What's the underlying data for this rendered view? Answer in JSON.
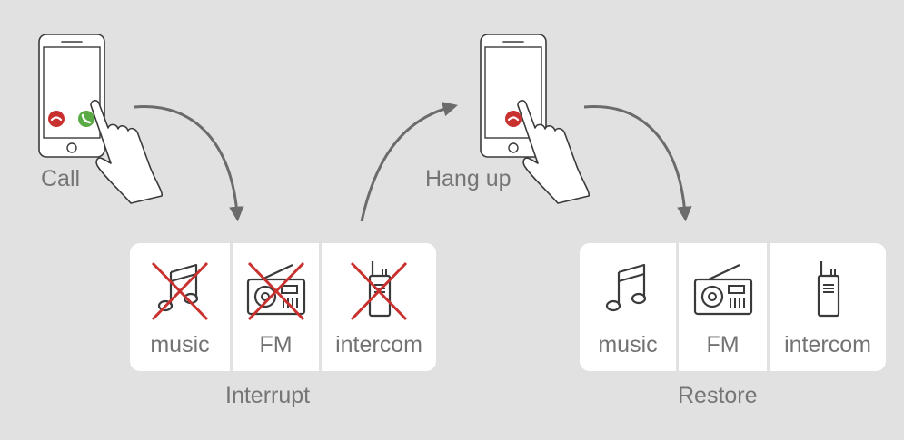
{
  "stages": {
    "call_label": "Call",
    "hangup_label": "Hang up",
    "interrupt_label": "Interrupt",
    "restore_label": "Restore"
  },
  "interrupt_panel": {
    "items": [
      {
        "icon": "music-note-icon",
        "label": "music",
        "crossed_out": true
      },
      {
        "icon": "radio-icon",
        "label": "FM",
        "crossed_out": true
      },
      {
        "icon": "walkie-talkie-icon",
        "label": "intercom",
        "crossed_out": true
      }
    ]
  },
  "restore_panel": {
    "items": [
      {
        "icon": "music-note-icon",
        "label": "music",
        "crossed_out": false
      },
      {
        "icon": "radio-icon",
        "label": "FM",
        "crossed_out": false
      },
      {
        "icon": "walkie-talkie-icon",
        "label": "intercom",
        "crossed_out": false
      }
    ]
  },
  "colors": {
    "background": "#e1e1e1",
    "panel": "#ffffff",
    "icon_stroke": "#3a3a3a",
    "cross": "#c9312f",
    "decline_button": "#c9312f",
    "accept_button": "#5aaa46",
    "arrow": "#6b6b6b",
    "text": "#757575"
  }
}
